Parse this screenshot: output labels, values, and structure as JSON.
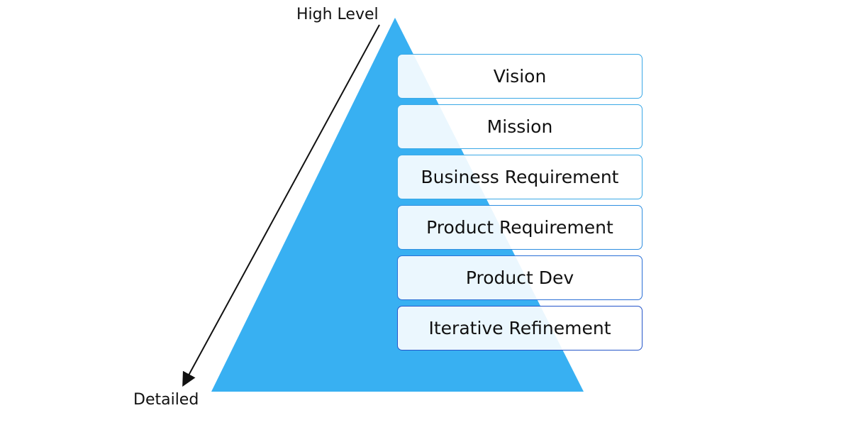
{
  "axis": {
    "top_label": "High Level",
    "bottom_label": "Detailed"
  },
  "levels": [
    {
      "label": "Vision"
    },
    {
      "label": "Mission"
    },
    {
      "label": "Business Requirement"
    },
    {
      "label": "Product Requirement"
    },
    {
      "label": "Product Dev"
    },
    {
      "label": "Iterative Refinement"
    }
  ],
  "colors": {
    "pyramid": "#38b0f2",
    "box_border": "#3aa8e6",
    "arrow": "#111111",
    "text": "#111111"
  }
}
